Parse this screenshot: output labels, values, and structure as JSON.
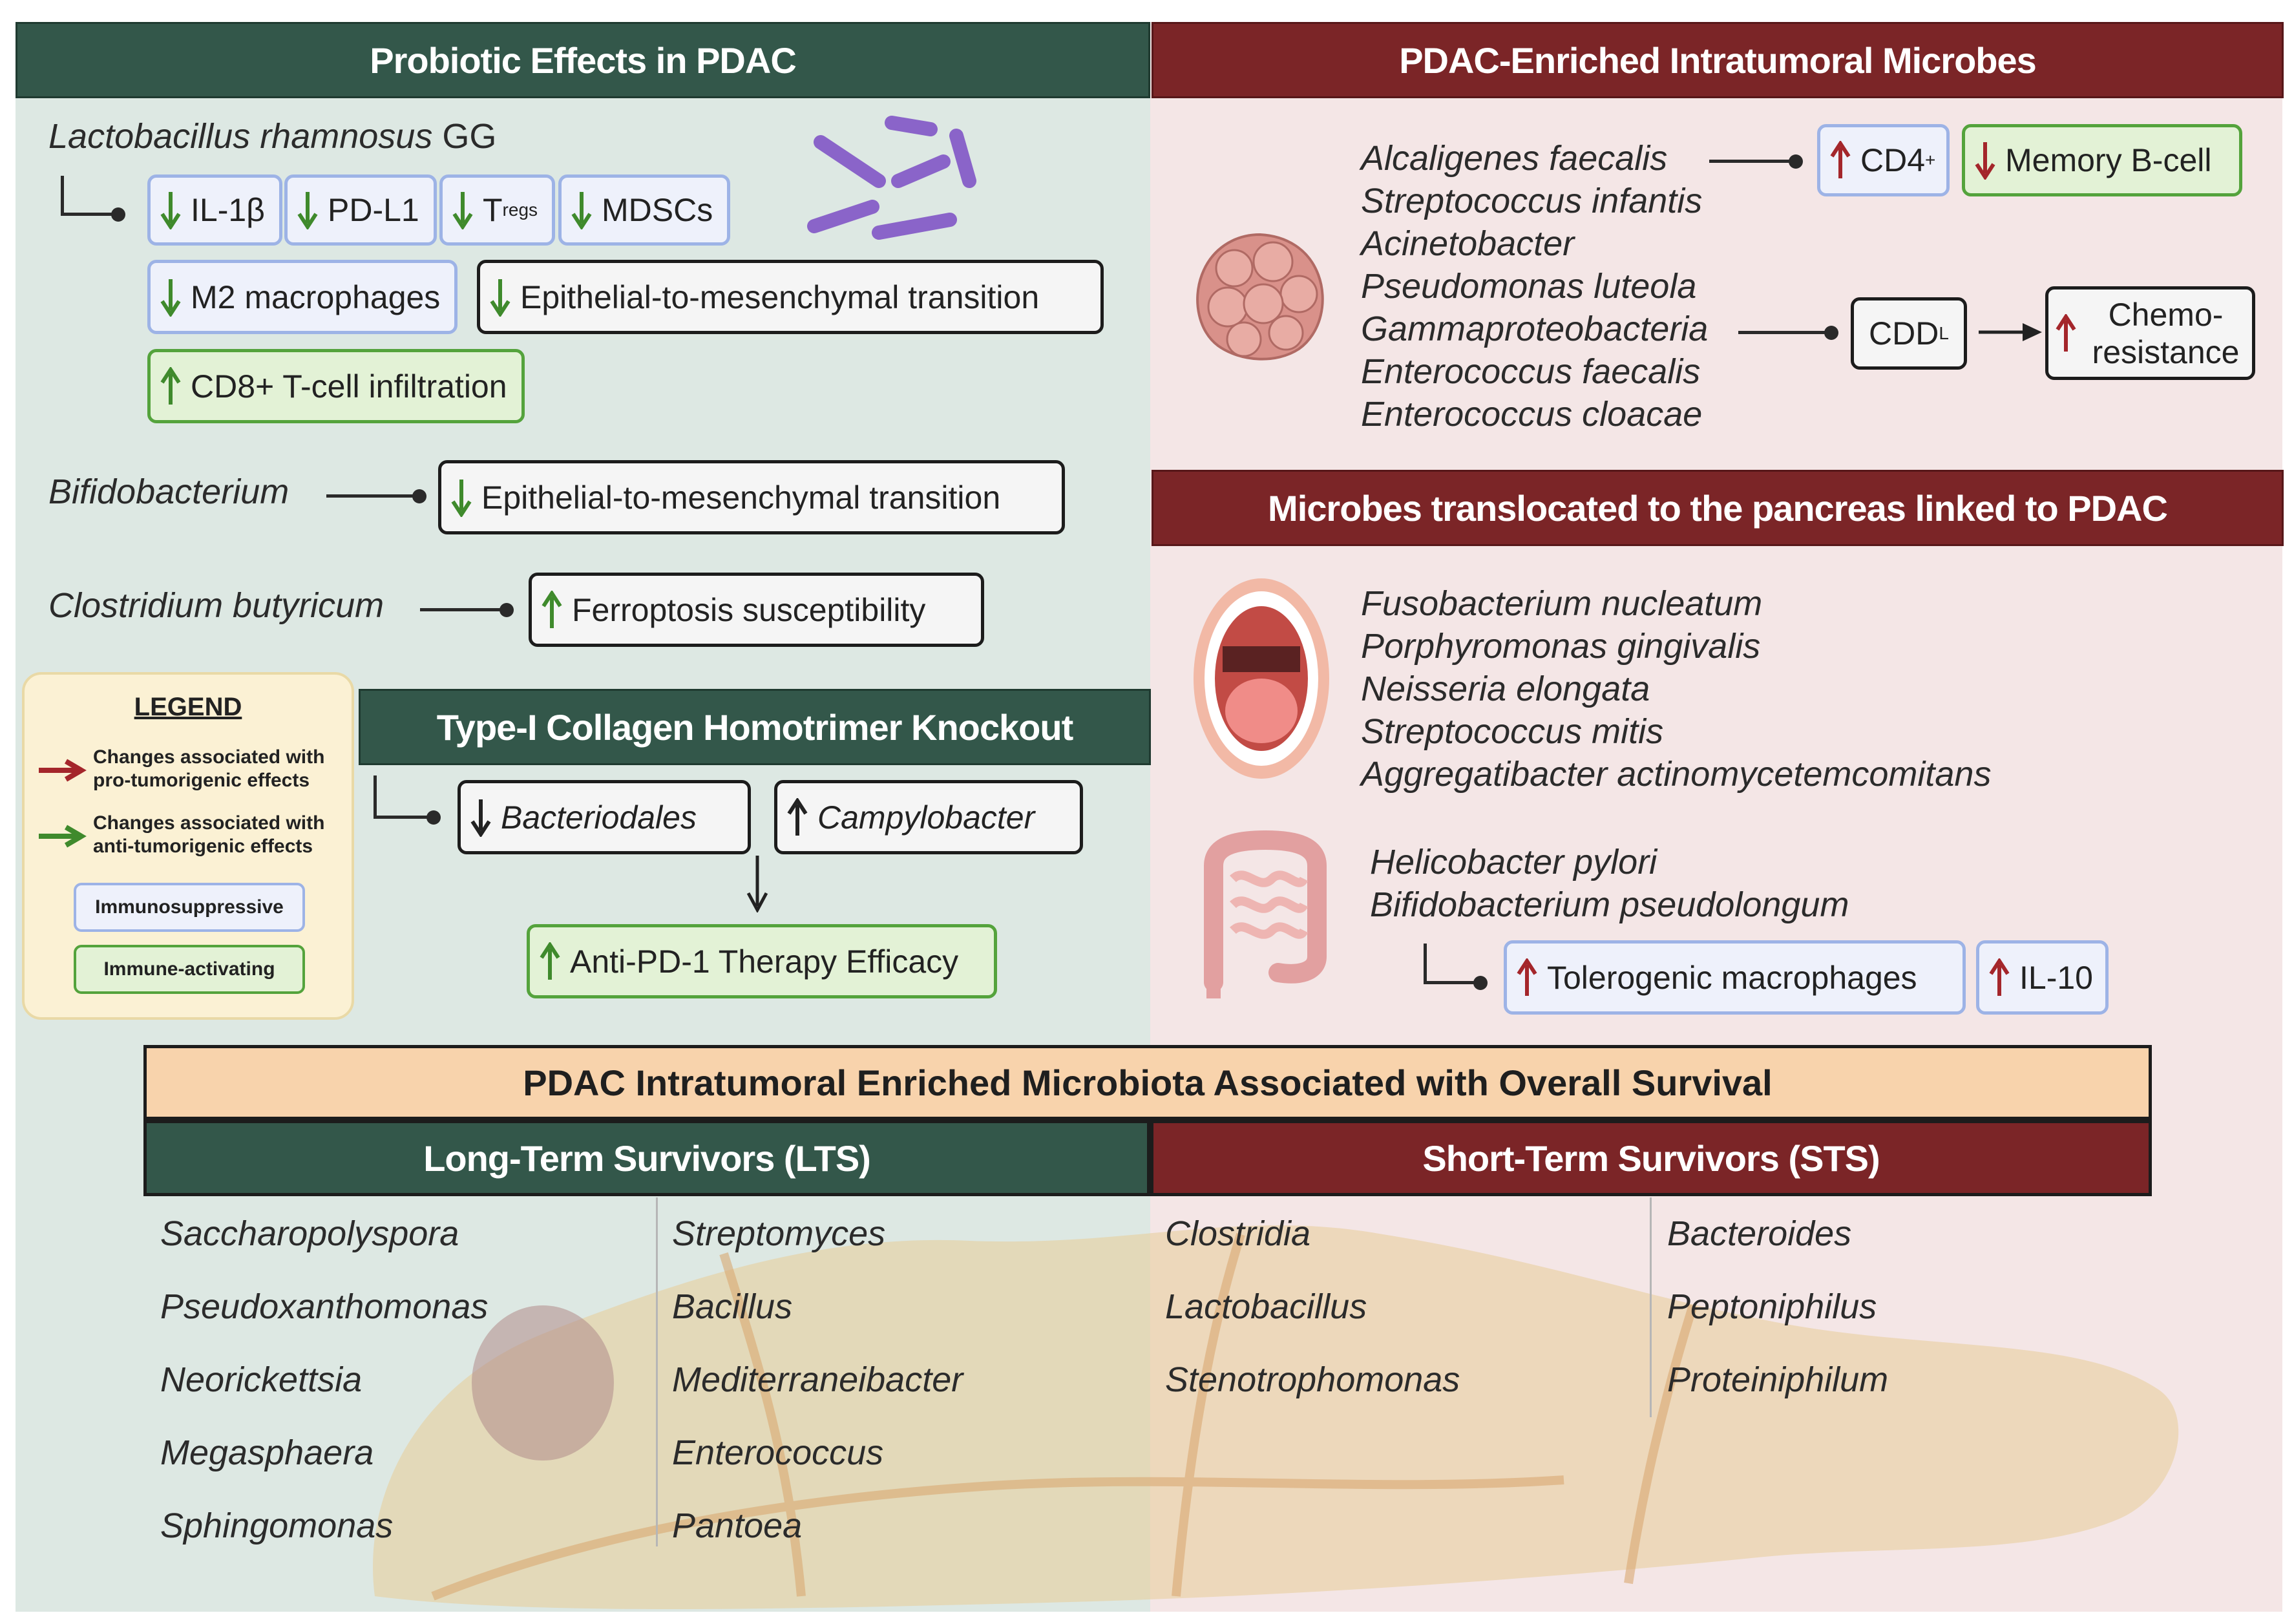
{
  "colors": {
    "green_header": "#33574a",
    "red_header": "#7b2527",
    "pro_tumor_arrow": "#a4262b",
    "anti_tumor_arrow": "#3f8a2c"
  },
  "probiotic": {
    "header": "Probiotic Effects in PDAC",
    "lgg": {
      "name": "Lactobacillus rhamnosus",
      "suffix": "GG",
      "effects": [
        {
          "label": "IL-1β",
          "dir": "down",
          "color": "green",
          "style": "immunosuppressive"
        },
        {
          "label": "PD-L1",
          "dir": "down",
          "color": "green",
          "style": "immunosuppressive"
        },
        {
          "label": "T",
          "sub": "regs",
          "dir": "down",
          "color": "green",
          "style": "immunosuppressive"
        },
        {
          "label": "MDSCs",
          "dir": "down",
          "color": "green",
          "style": "immunosuppressive"
        },
        {
          "label": "M2 macrophages",
          "dir": "down",
          "color": "green",
          "style": "immunosuppressive"
        },
        {
          "label": "Epithelial-to-mesenchymal transition",
          "dir": "down",
          "color": "green",
          "style": "neutral"
        },
        {
          "label": "CD8+ T-cell infiltration",
          "dir": "up",
          "color": "green",
          "style": "immune-activating"
        }
      ]
    },
    "bifido": {
      "name": "Bifidobacterium",
      "effect": "Epithelial-to-mesenchymal transition"
    },
    "clostridium": {
      "name": "Clostridium butyricum",
      "effect": "Ferroptosis susceptibility"
    }
  },
  "legend": {
    "title": "LEGEND",
    "pro": "Changes associated with pro-tumorigenic effects",
    "anti": "Changes associated with anti-tumorigenic effects",
    "immunosuppressive": "Immunosuppressive",
    "activating": "Immune-activating"
  },
  "collagen": {
    "header": "Type-I Collagen Homotrimer Knockout",
    "down": "Bacteriodales",
    "up": "Campylobacter",
    "result": "Anti-PD-1 Therapy Efficacy"
  },
  "intratumoral": {
    "header": "PDAC-Enriched Intratumoral Microbes",
    "microbes": [
      "Alcaligenes faecalis",
      "Streptococcus infantis",
      "Acinetobacter",
      "Pseudomonas luteola",
      "Gammaproteobacteria",
      "Enterococcus faecalis",
      "Enterococcus cloacae"
    ],
    "cd4": "CD4",
    "cd4_sup": "+",
    "memory_b": "Memory B-cell",
    "cdd": "CDD",
    "cdd_sub": "L",
    "chemo_line1": "Chemo-",
    "chemo_line2": "resistance"
  },
  "translocated": {
    "header": "Microbes translocated to the pancreas linked to PDAC",
    "oral": [
      "Fusobacterium nucleatum",
      "Porphyromonas gingivalis",
      "Neisseria elongata",
      "Streptococcus mitis",
      "Aggregatibacter actinomycetemcomitans"
    ],
    "gut": [
      "Helicobacter pylori",
      "Bifidobacterium pseudolongum"
    ],
    "tolerogenic": "Tolerogenic macrophages",
    "il10": "IL-10"
  },
  "survival": {
    "title": "PDAC Intratumoral Enriched Microbiota Associated with Overall Survival",
    "lts_header": "Long-Term Survivors (LTS)",
    "sts_header": "Short-Term Survivors (STS)",
    "lts_col1": [
      "Saccharopolyspora",
      "Pseudoxanthomonas",
      "Neorickettsia",
      "Megasphaera",
      "Sphingomonas"
    ],
    "lts_col2": [
      "Streptomyces",
      "Bacillus",
      "Mediterraneibacter",
      "Enterococcus",
      "Pantoea"
    ],
    "sts_col1": [
      "Clostridia",
      "Lactobacillus",
      "Stenotrophomonas"
    ],
    "sts_col2": [
      "Bacteroides",
      "Peptoniphilus",
      "Proteiniphilum"
    ]
  }
}
